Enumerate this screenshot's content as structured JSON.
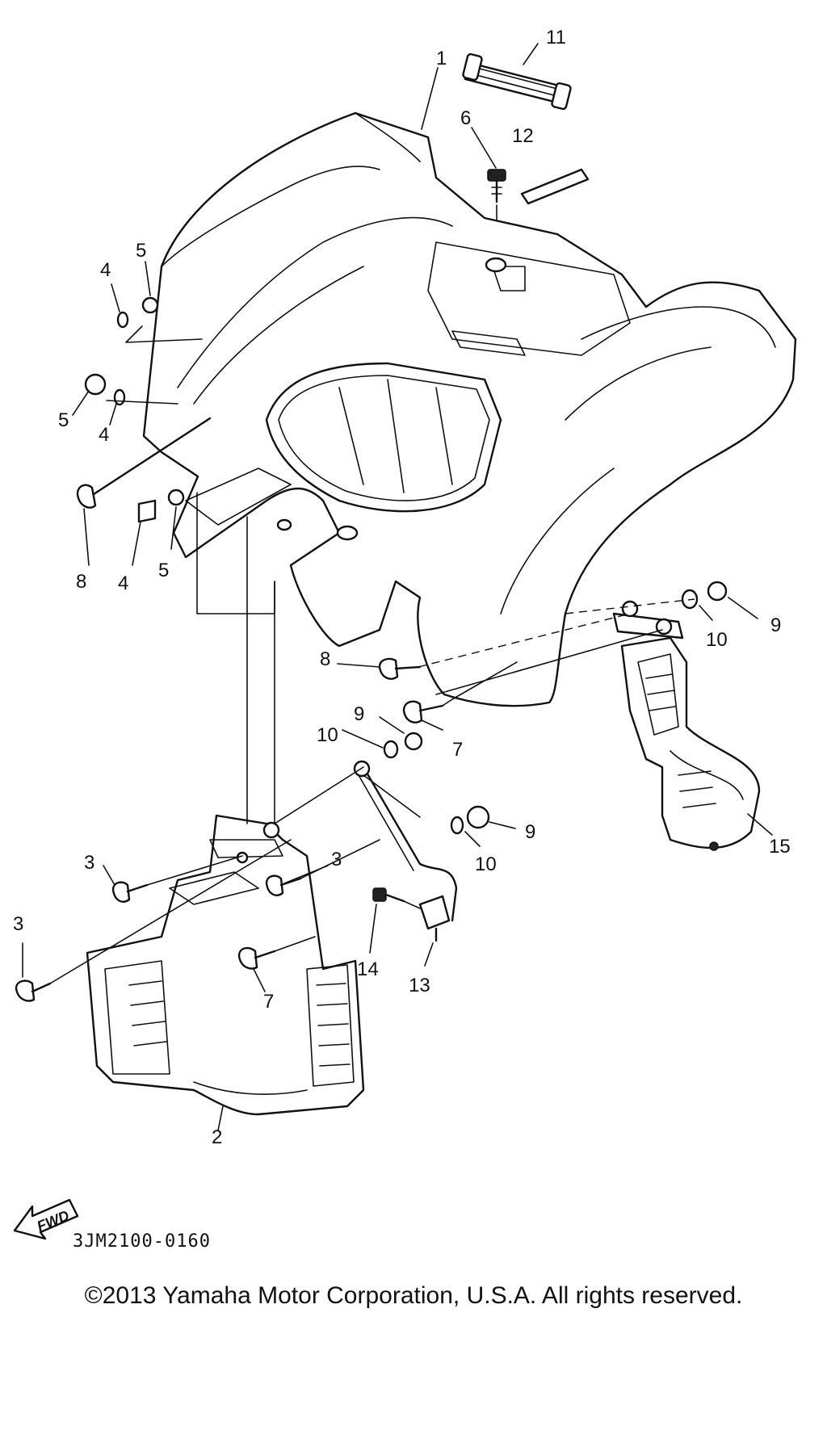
{
  "diagram": {
    "callouts": {
      "c1": "1",
      "c2": "2",
      "c3a": "3",
      "c3b": "3",
      "c3c": "3",
      "c4a": "4",
      "c4b": "4",
      "c4c": "4",
      "c5a": "5",
      "c5b": "5",
      "c5c": "5",
      "c6": "6",
      "c7a": "7",
      "c7b": "7",
      "c8a": "8",
      "c8b": "8",
      "c9a": "9",
      "c9b": "9",
      "c9c": "9",
      "c10a": "10",
      "c10b": "10",
      "c10c": "10",
      "c11": "11",
      "c12": "12",
      "c13": "13",
      "c14": "14",
      "c15": "15"
    },
    "fwd_label": "FWD",
    "diagram_code": "3JM2100-0160"
  },
  "footer": {
    "copyright": "©2013 Yamaha Motor Corporation, U.S.A. All rights reserved."
  },
  "colors": {
    "ink": "#111111",
    "background": "#ffffff"
  }
}
